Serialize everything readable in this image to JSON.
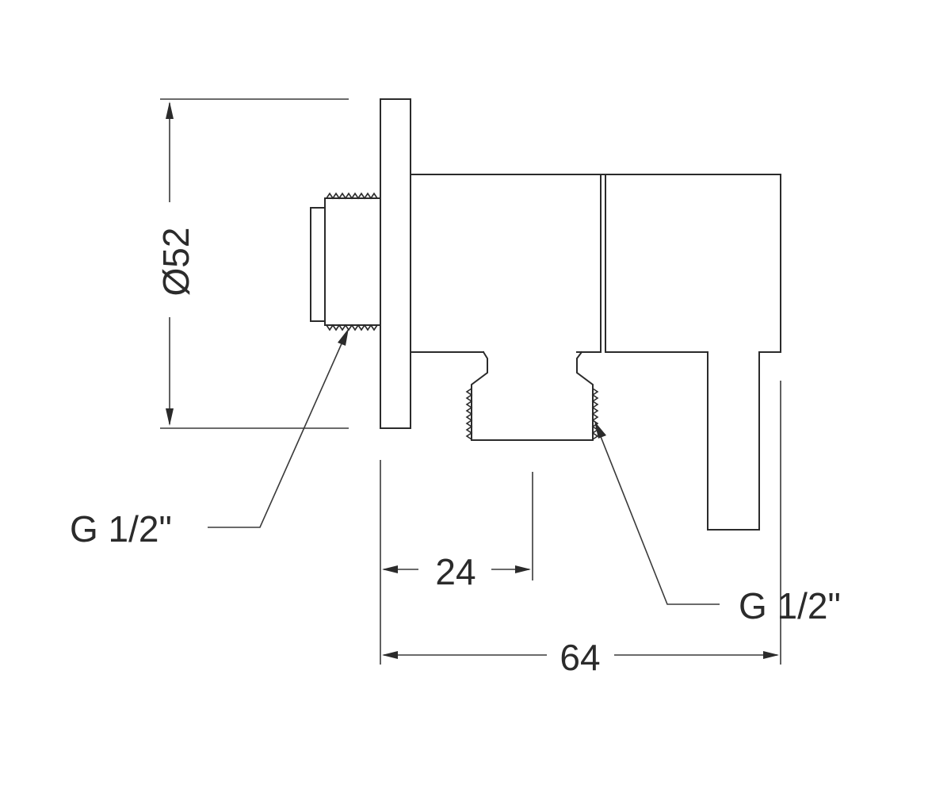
{
  "dimensions": {
    "diameter": "Ø52",
    "depth_outlet": "24",
    "depth_total": "64"
  },
  "callouts": {
    "thread_inlet": "G 1/2\"",
    "thread_outlet": "G 1/2\""
  },
  "colors": {
    "line": "#2b2b2b",
    "background": "#ffffff"
  }
}
